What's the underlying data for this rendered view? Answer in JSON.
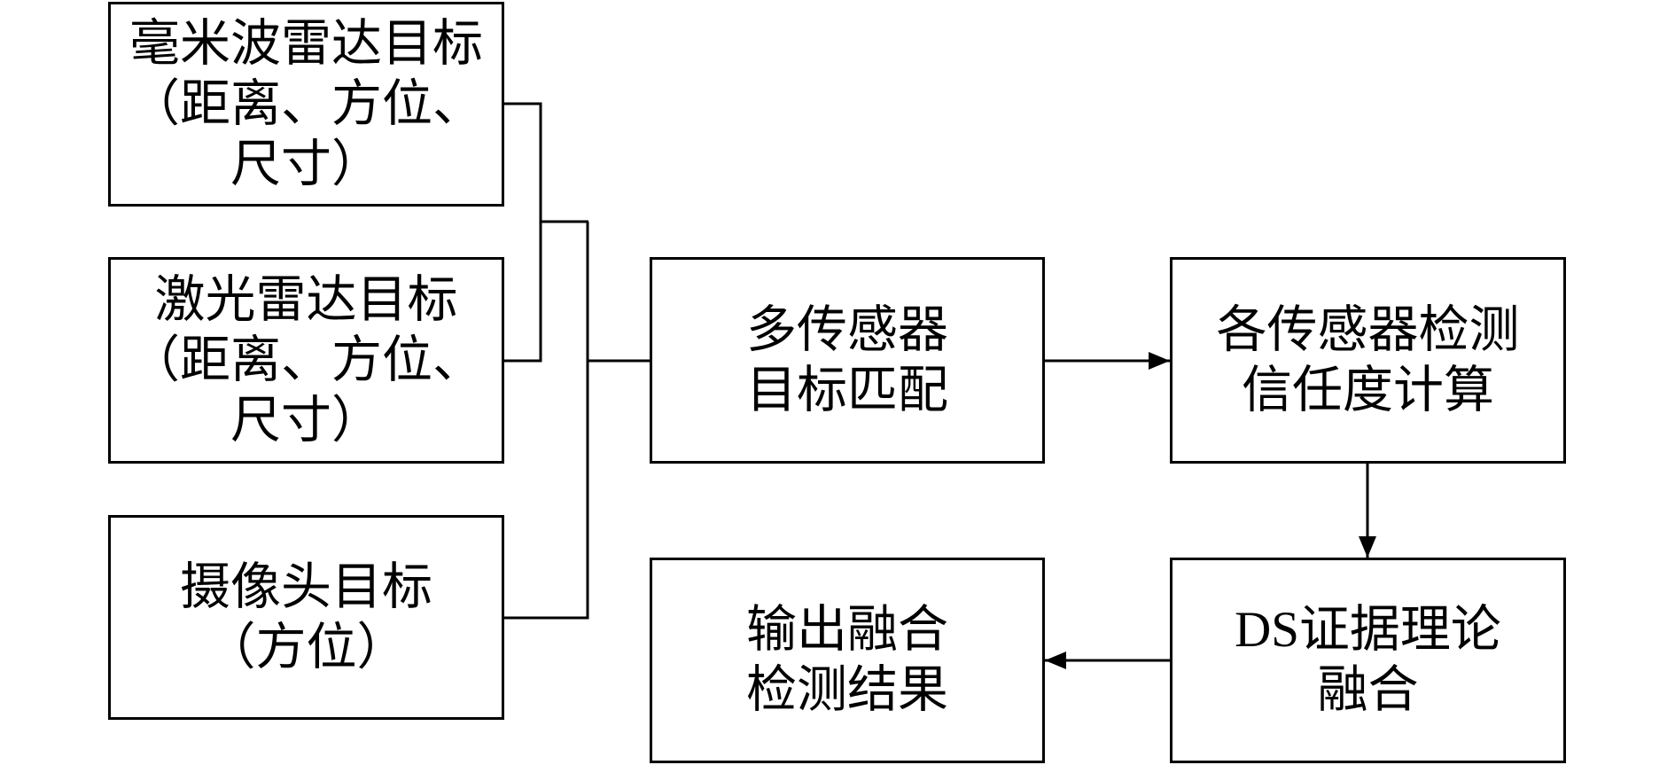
{
  "colors": {
    "stroke": "#000000",
    "background": "#ffffff",
    "text": "#000000"
  },
  "nodes": {
    "mmwave_radar_target": {
      "lines": [
        "毫米波雷达目标",
        "（距离、方位、",
        "尺寸）"
      ]
    },
    "lidar_target": {
      "lines": [
        "激光雷达目标",
        "（距离、方位、",
        "尺寸）"
      ]
    },
    "camera_target": {
      "lines": [
        "摄像头目标",
        "（方位）"
      ]
    },
    "multi_sensor_matching": {
      "lines": [
        "多传感器",
        "目标匹配"
      ]
    },
    "confidence_calculation": {
      "lines": [
        "各传感器检测",
        "信任度计算"
      ]
    },
    "ds_evidence_fusion": {
      "lines": [
        "DS证据理论",
        "融合"
      ]
    },
    "output_result": {
      "lines": [
        "输出融合",
        "检测结果"
      ]
    }
  }
}
